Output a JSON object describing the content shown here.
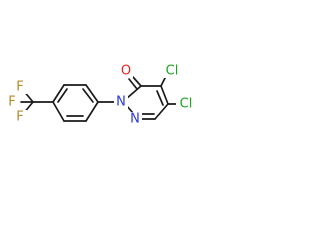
{
  "structure": {
    "atoms": {
      "O": {
        "text": "O",
        "color": "#e8231f"
      },
      "Cl_top": {
        "text": "Cl",
        "color": "#1aa81a"
      },
      "Cl_right": {
        "text": "Cl",
        "color": "#1aa81a"
      },
      "N_ring": {
        "text": "N",
        "color": "#2a36e0"
      },
      "N_lower": {
        "text": "N",
        "color": "#2a36e0"
      },
      "F_top": {
        "text": "F",
        "color": "#b88a2a"
      },
      "F_left": {
        "text": "F",
        "color": "#b88a2a"
      },
      "F_bottom": {
        "text": "F",
        "color": "#b88a2a"
      }
    }
  }
}
